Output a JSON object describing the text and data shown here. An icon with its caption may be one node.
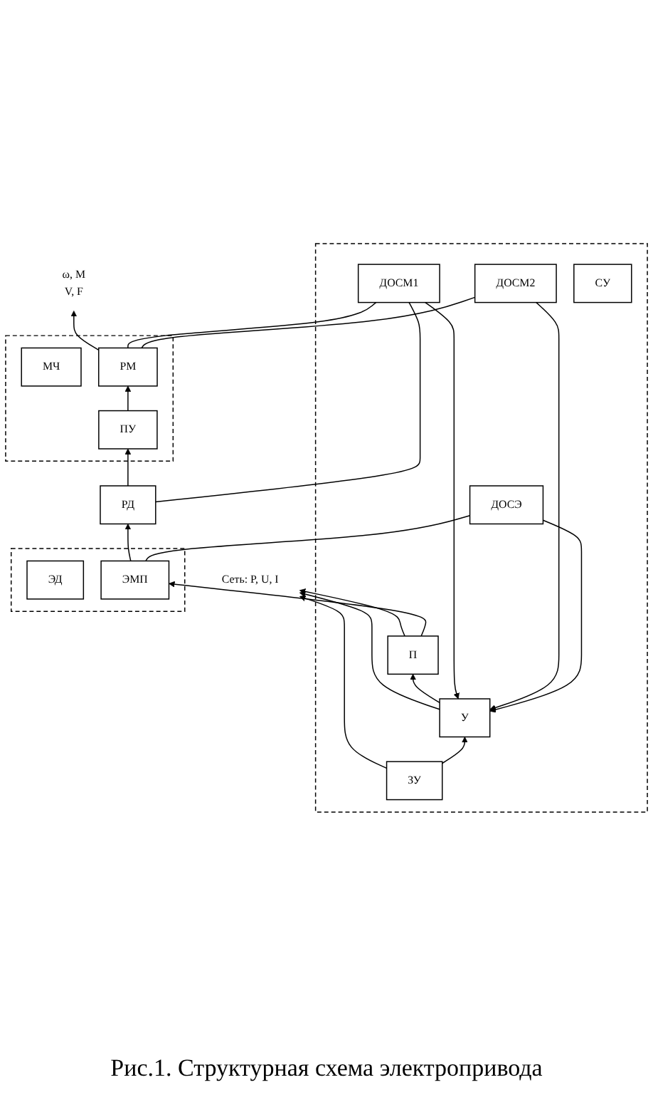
{
  "diagram": {
    "caption": "Рис.1. Структурная схема электропривода",
    "nodes": [
      {
        "text": [
          "Сеть: P, U, I"
        ]
      },
      {
        "text": [],
        "shape": "box"
      },
      {
        "text": [
          "ЗУ"
        ],
        "in": 1
      },
      {
        "text": [
          "У"
        ],
        "in": 1
      },
      {
        "text": [
          "П"
        ],
        "in": 1
      },
      {
        "text": [
          "ДОСЭ"
        ],
        "in": 1
      },
      {
        "text": [
          "ДОСМ1"
        ],
        "in": 1
      },
      {
        "text": [
          "ДОСМ2"
        ],
        "in": 1
      },
      {
        "text": [
          "СУ"
        ],
        "in": 1
      },
      {
        "text": [],
        "shape": "box"
      },
      {
        "text": [
          "ЭД"
        ],
        "in": 9
      },
      {
        "text": [
          "ЭМП"
        ],
        "in": 9
      },
      {
        "text": [
          "РД"
        ]
      },
      {
        "text": [],
        "shape": "box"
      },
      {
        "text": [
          "МЧ"
        ],
        "in": 13
      },
      {
        "text": [
          "ПУ"
        ],
        "in": 13
      },
      {
        "text": [
          "РМ"
        ],
        "in": 13
      },
      {
        "text": [
          "ω, M",
          "V, F"
        ]
      }
    ],
    "edges": [
      {
        "from": 2,
        "to": 0,
        "arrow": "to"
      },
      {
        "from": 3,
        "to": 0,
        "arrow": "to"
      },
      {
        "from": 4,
        "to": 0,
        "arrow": "to"
      },
      {
        "from": 2,
        "to": 3,
        "arrow": "to"
      },
      {
        "from": 5,
        "to": 3,
        "arrow": "to"
      },
      {
        "from": 6,
        "to": 3,
        "arrow": "to"
      },
      {
        "from": 7,
        "to": 3,
        "arrow": "to"
      },
      {
        "from": 3,
        "to": 4,
        "arrow": "to"
      },
      {
        "from": 4,
        "to": 11,
        "arrow": "to"
      },
      {
        "from": 11,
        "to": 12,
        "arrow": "to"
      },
      {
        "from": 12,
        "to": 15,
        "arrow": "to"
      },
      {
        "from": 15,
        "to": 16,
        "arrow": "to"
      },
      {
        "from": 16,
        "to": 17,
        "arrow": "to"
      },
      {
        "from": 11,
        "to": 5,
        "arrow": "none"
      },
      {
        "from": 12,
        "to": 6,
        "arrow": "none"
      },
      {
        "from": 16,
        "to": 6,
        "arrow": "none"
      },
      {
        "from": 16,
        "to": 7,
        "arrow": "none"
      }
    ]
  }
}
